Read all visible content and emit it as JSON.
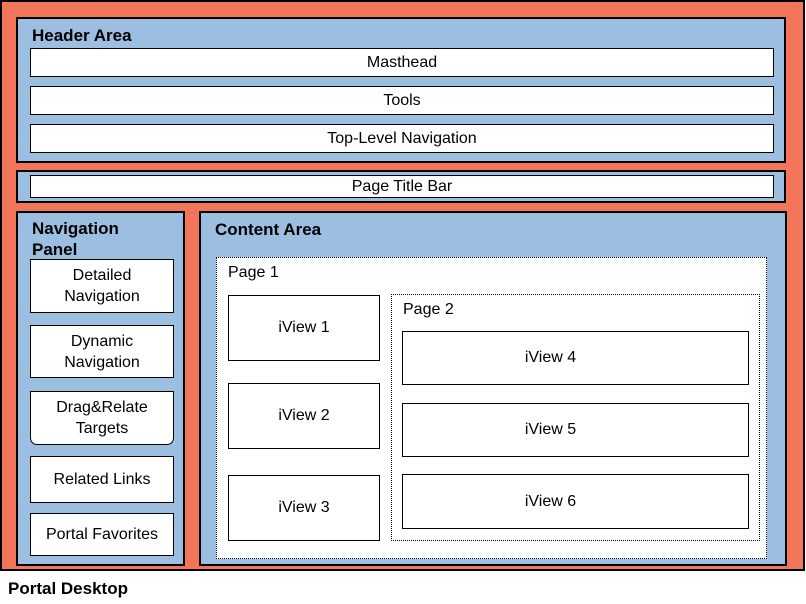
{
  "colors": {
    "frame_fill": "#F4765A",
    "panel_fill": "#9BBEE1",
    "box_fill": "#FFFFFF",
    "border": "#000000",
    "text": "#000000"
  },
  "header_area": {
    "title": "Header Area",
    "bars": [
      "Masthead",
      "Tools",
      "Top-Level Navigation"
    ]
  },
  "page_title_bar": {
    "label": "Page Title Bar"
  },
  "navigation_panel": {
    "title": "Navigation Panel",
    "items": [
      "Detailed Navigation",
      "Dynamic Navigation",
      "Drag&Relate Targets",
      "Related Links",
      "Portal Favorites"
    ]
  },
  "content_area": {
    "title": "Content Area",
    "page1": {
      "label": "Page 1",
      "iviews": [
        "iView 1",
        "iView 2",
        "iView 3"
      ]
    },
    "page2": {
      "label": "Page 2",
      "iviews": [
        "iView 4",
        "iView 5",
        "iView 6"
      ]
    }
  },
  "footer": {
    "label": "Portal Desktop"
  }
}
